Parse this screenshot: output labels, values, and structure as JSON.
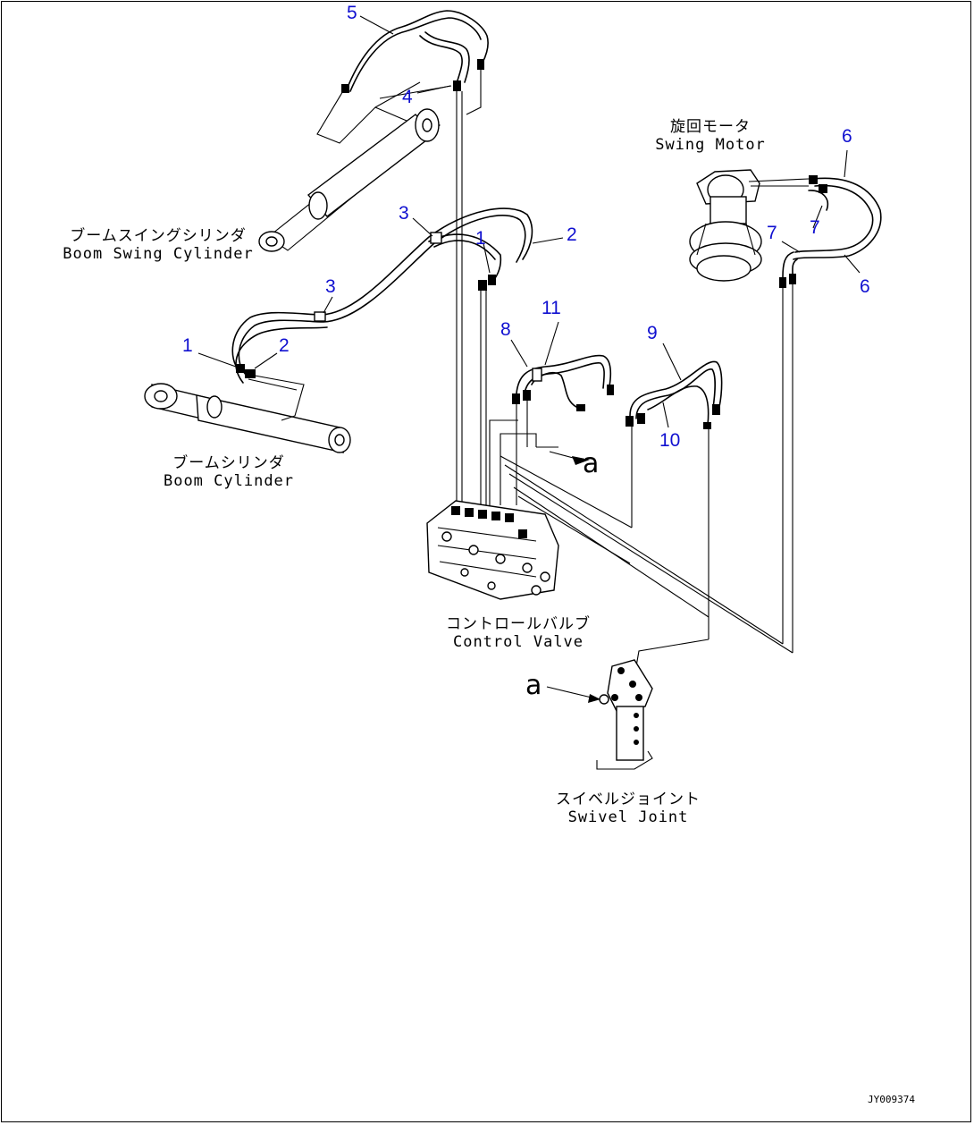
{
  "labels": {
    "boom_swing_cylinder_jp": "ブームスイングシリンダ",
    "boom_swing_cylinder_en": "Boom Swing Cylinder",
    "boom_cylinder_jp": "ブームシリンダ",
    "boom_cylinder_en": "Boom Cylinder",
    "swing_motor_jp": "旋回モータ",
    "swing_motor_en": "Swing Motor",
    "control_valve_jp": "コントロールバルブ",
    "control_valve_en": "Control Valve",
    "swivel_joint_jp": "スイベルジョイント",
    "swivel_joint_en": "Swivel Joint"
  },
  "callouts": {
    "c5": "5",
    "c4": "4",
    "c3_top": "3",
    "c1_top": "1",
    "c2_top": "2",
    "c3_mid": "3",
    "c1_left": "1",
    "c2_left": "2",
    "c11": "11",
    "c8": "8",
    "c9": "9",
    "c10": "10",
    "c6_top": "6",
    "c7_left": "7",
    "c7_right": "7",
    "c6_bottom": "6"
  },
  "arrows": {
    "a_right": "a",
    "a_left": "a"
  },
  "doc_id": "JY009374",
  "colors": {
    "callout": "#1010d0",
    "line": "#000000"
  }
}
